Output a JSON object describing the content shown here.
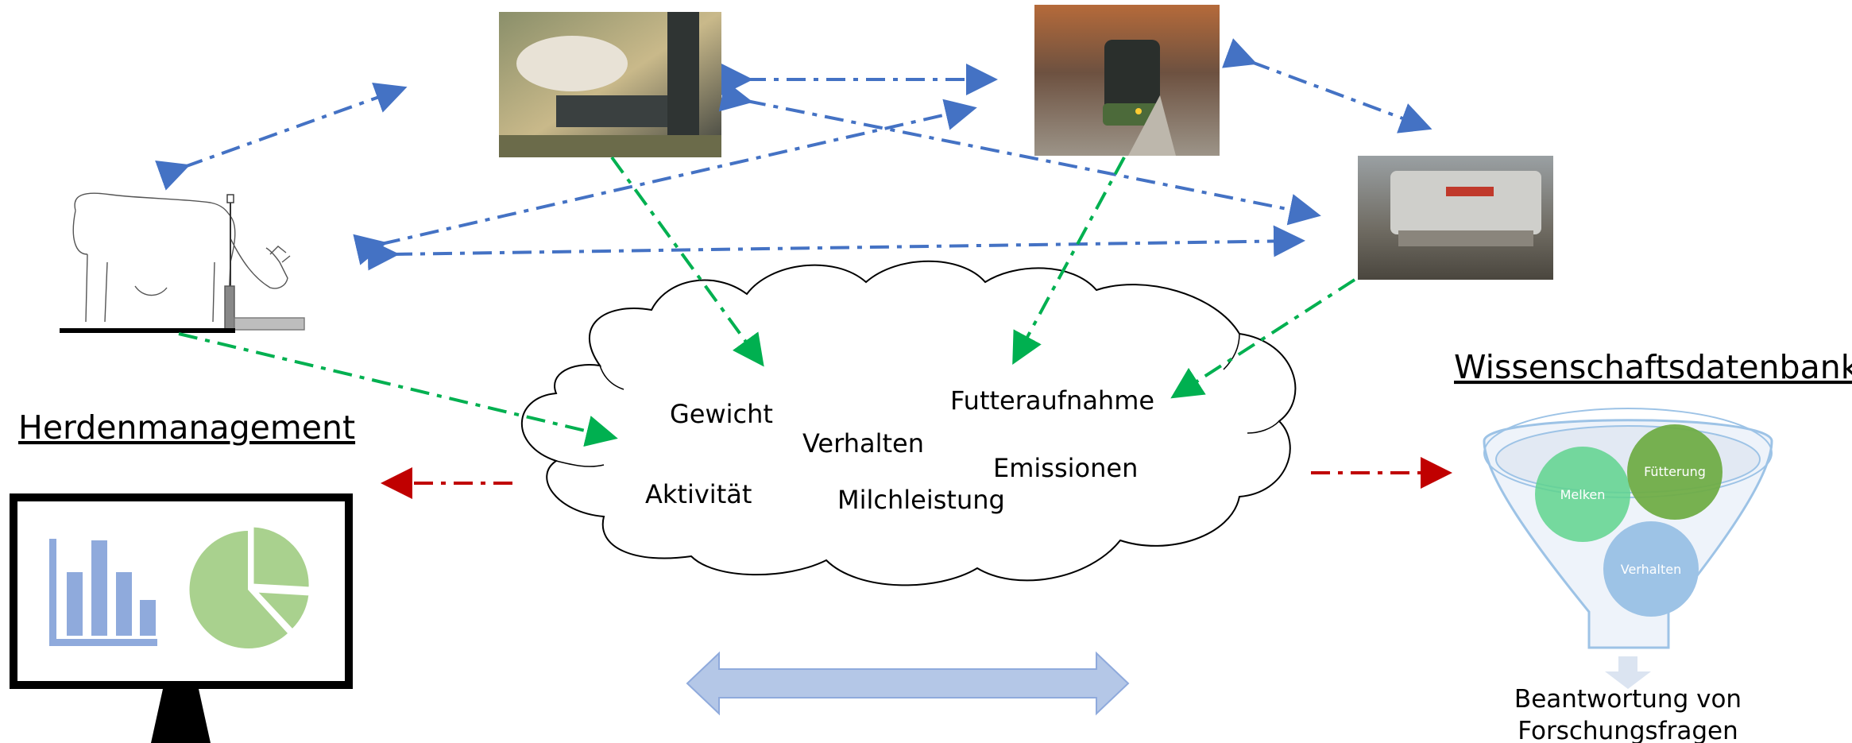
{
  "headings": {
    "herd_management": "Herdenmanagement",
    "science_database": "Wissenschaftsdatenbank"
  },
  "cloud_terms": {
    "weight": "Gewicht",
    "behavior": "Verhalten",
    "feed_intake": "Futteraufnahme",
    "activity": "Aktivität",
    "milk_yield": "Milchleistung",
    "emissions": "Emissionen"
  },
  "funnel_circles": {
    "milking": "Melken",
    "feeding": "Fütterung",
    "behavior": "Verhalten"
  },
  "funnel_output": {
    "line1": "Beantwortung von",
    "line2": "Forschungsfragen"
  },
  "photos": {
    "milking_robot": "milking robot photo",
    "feed_mixer": "feed mixer robot photo",
    "feed_pusher": "feed pusher robot photo",
    "cow_sketch": "cow at feeding trough sketch"
  },
  "colors": {
    "sensor_links": "#4472c4",
    "data_flow": "#00b050",
    "output_flow": "#c00000",
    "big_arrow": "#b4c7e7",
    "bar_chart": "#8faadc",
    "pie_chart": "#a9d18e",
    "circle_milking": "#5fd38d",
    "circle_feeding": "#70ad47",
    "circle_behavior": "#9dc3e6"
  }
}
